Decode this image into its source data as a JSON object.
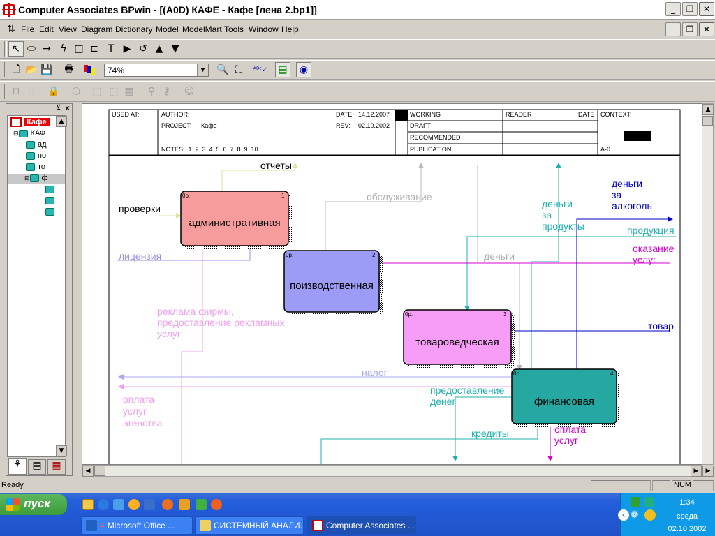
{
  "app": {
    "title": "Computer Associates BPwin - [(A0D) КАФЕ - Кафе  [лена 2.bp1]]"
  },
  "menu": {
    "items": [
      "File",
      "Edit",
      "View",
      "Diagram",
      "Dictionary",
      "Model",
      "ModelMart",
      "Tools",
      "Window",
      "Help"
    ]
  },
  "toolbar": {
    "zoom_value": "74%"
  },
  "tree": {
    "root_label": "Кафе",
    "items": [
      "КАФ",
      "ад",
      "по",
      "то",
      "ф"
    ]
  },
  "frame": {
    "used_at": "USED AT:",
    "author": "AUTHOR:",
    "project_label": "PROJECT:",
    "project_value": "Кафе",
    "date_label": "DATE:",
    "date_value": "14.12.2007",
    "rev_label": "REV:",
    "rev_value": "02.10.2002",
    "notes": "NOTES:  1  2  3  4  5  6  7  8  9  10",
    "status_working": "WORKING",
    "status_draft": "DRAFT",
    "status_recommended": "RECOMMENDED",
    "status_publication": "PUBLICATION",
    "reader": "READER",
    "date_col": "DATE",
    "context": "CONTEXT:",
    "node": "A-0"
  },
  "diagram": {
    "boxes": [
      {
        "name": "административная",
        "num": "1",
        "cost": "0р.",
        "color": "#f79c9c"
      },
      {
        "name": "поизводственная",
        "num": "2",
        "cost": "0р.",
        "color": "#9c9cf7"
      },
      {
        "name": "товароведческая",
        "num": "3",
        "cost": "0р.",
        "color": "#f79cf7"
      },
      {
        "name": "финансовая",
        "num": "4",
        "cost": "0р.",
        "color": "#25a8a2"
      }
    ],
    "labels": {
      "otchety": "отчеты",
      "proverki": "проверки",
      "obsluzhivanie": "обслуживание",
      "dengi_produkty": [
        "деньги",
        "за",
        "продукты"
      ],
      "dengi_alkogol": [
        "деньги",
        "за",
        "алкоголь"
      ],
      "produkciya": "продукция",
      "okazanie": [
        "оказание",
        "услуг"
      ],
      "licenziya": "лицензия",
      "dengi": "деньги",
      "reklama": [
        "реклама фирмы,",
        "предоставление рекламных",
        "услуг"
      ],
      "tovar": "товар",
      "nalog": "налог",
      "oplata_agentstva": [
        "оплата",
        "услуг",
        "агенства"
      ],
      "predostavlenie": [
        "предоставление",
        "денег"
      ],
      "kredity": "кредиты",
      "oplata_uslug": [
        "оплата",
        "услуг"
      ]
    }
  },
  "status": {
    "ready": "Ready",
    "num": "NUM"
  },
  "taskbar": {
    "start": "пуск",
    "tasks": [
      {
        "label": "Microsoft Office ...",
        "count": "4"
      },
      {
        "label": "СИСТЕМНЫЙ АНАЛИ..."
      },
      {
        "label": "Computer Associates ..."
      }
    ],
    "clock": "1:34",
    "day": "среда",
    "date": "02.10.2002"
  },
  "colors": {
    "admin_box": "#f79c9c",
    "prod_box": "#9c9cf7",
    "tovar_box": "#f79cf7",
    "fin_box": "#25a8a2",
    "arrow_blue": "#0000c8",
    "arrow_teal": "#20b0b0",
    "arrow_magenta": "#d400d4",
    "arrow_gray": "#a8a8a8",
    "arrow_lilac": "#b0a0e8",
    "arrow_pink": "#f0a0f0"
  }
}
